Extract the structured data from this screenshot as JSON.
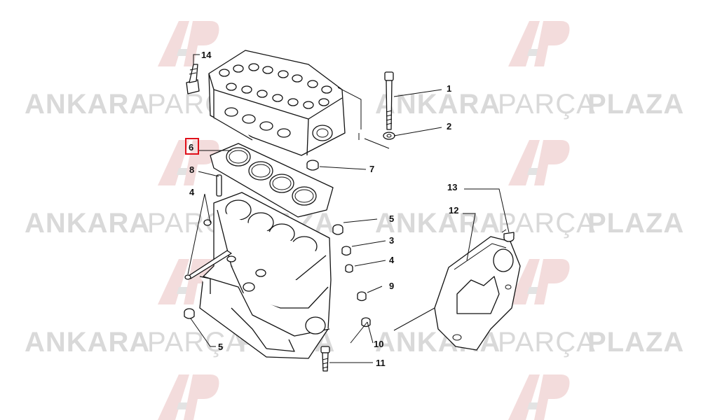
{
  "watermark": {
    "brand_name": "ANKARA",
    "brand_middle": "PARÇA",
    "brand_last": "PLAZA",
    "logo_icon": "ap-logo-icon"
  },
  "diagram": {
    "highlighted_part": "6",
    "callouts": {
      "c1": "1",
      "c2": "2",
      "c3": "3",
      "c4a": "4",
      "c4b": "4",
      "c5a": "5",
      "c5b": "5",
      "c6": "6",
      "c7": "7",
      "c8": "8",
      "c9": "9",
      "c10": "10",
      "c11": "11",
      "c12": "12",
      "c13": "13",
      "c14": "14"
    }
  },
  "colors": {
    "highlight": "#e0101a",
    "line": "#111111",
    "watermark_text": "#d9d9d9",
    "watermark_logo": "#f3dcdc"
  }
}
